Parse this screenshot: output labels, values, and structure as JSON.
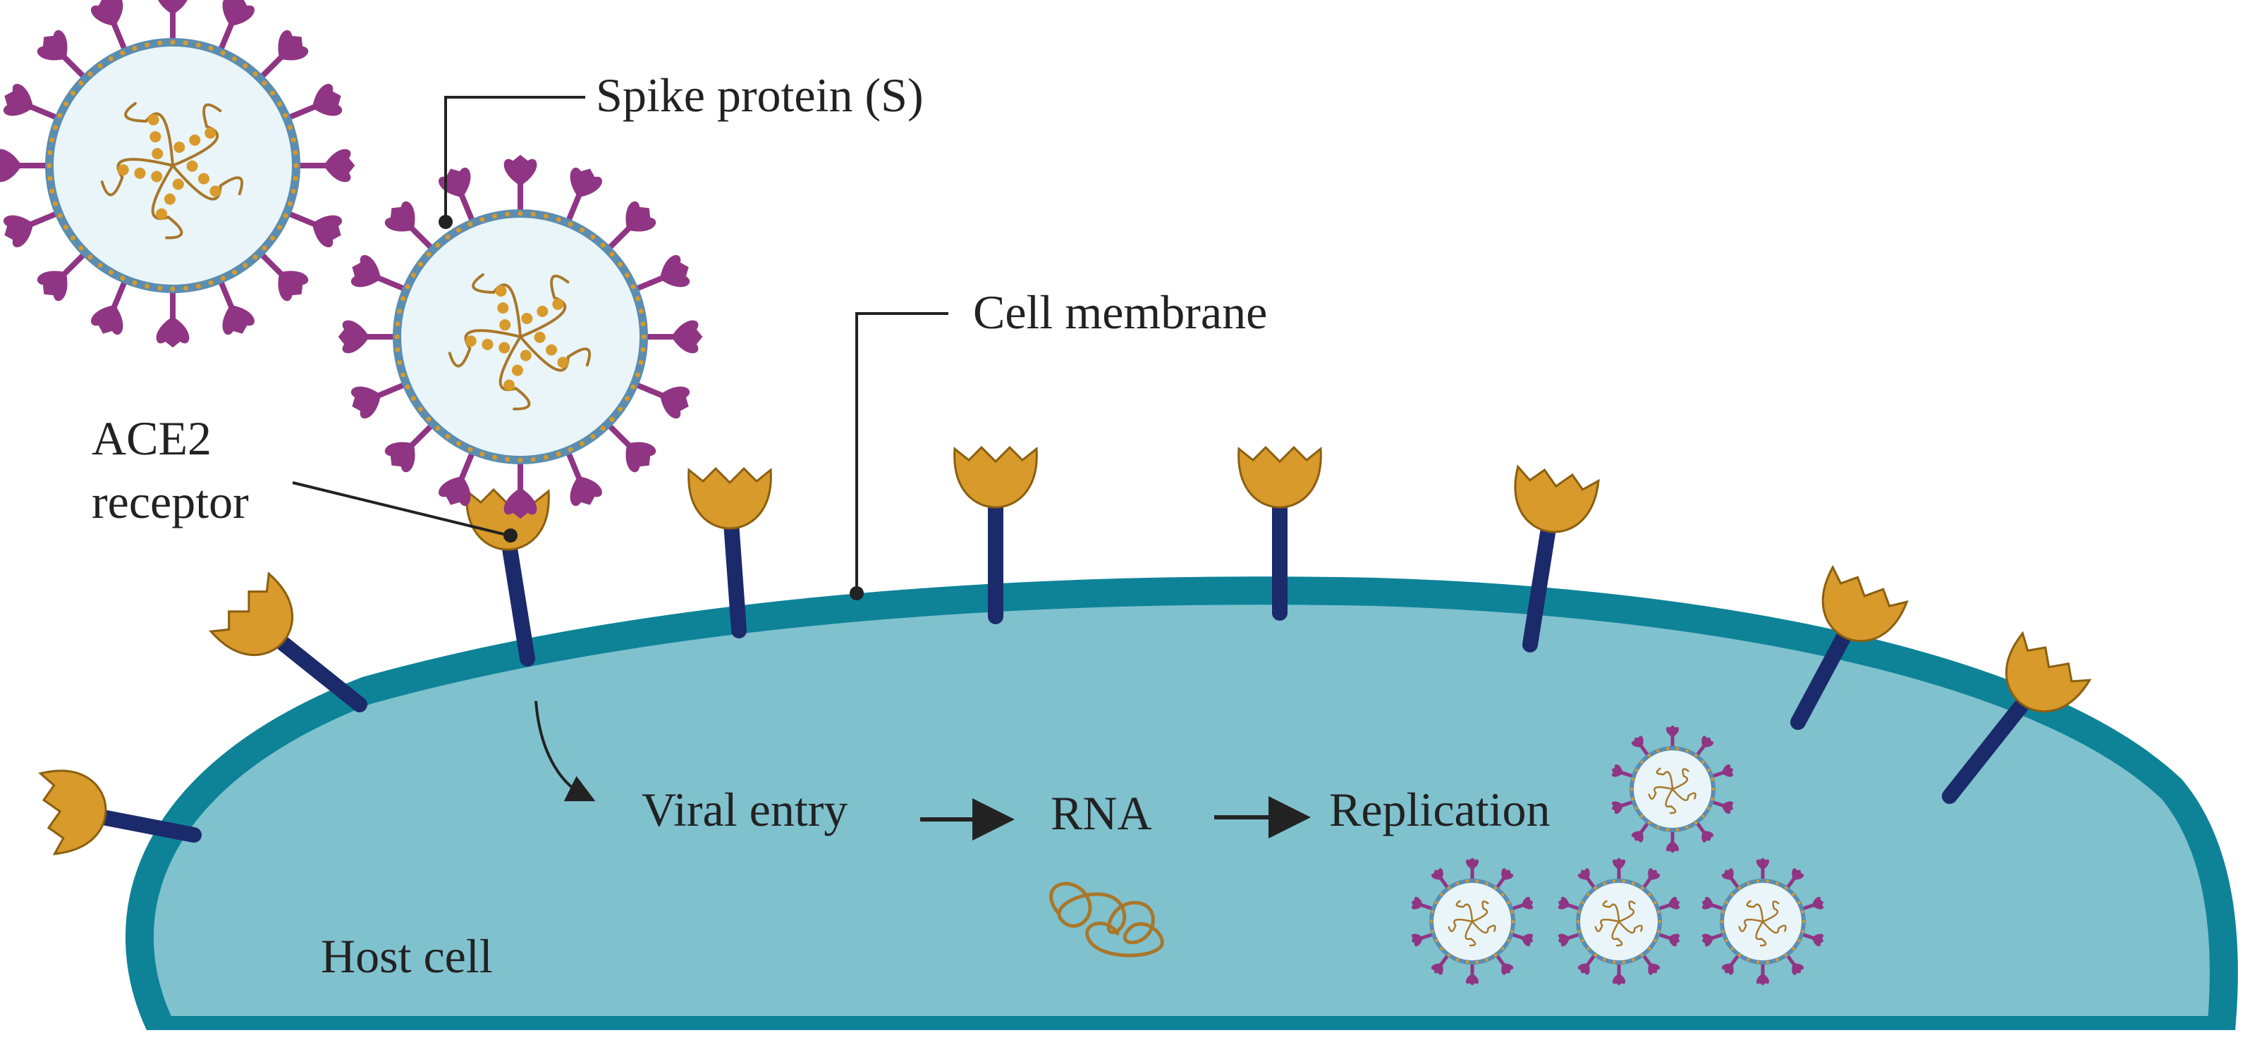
{
  "labels": {
    "spike_protein": "Spike protein (S)",
    "cell_membrane": "Cell membrane",
    "ace2_line1": "ACE2",
    "ace2_line2": "receptor",
    "viral_entry": "Viral entry",
    "rna": "RNA",
    "replication": "Replication",
    "host_cell": "Host cell"
  },
  "colors": {
    "cytoplasm": "#80c1ce",
    "membrane": "#0e8398",
    "receptor_stalk": "#1b2a6b",
    "receptor_head": "#d79a2b",
    "spike": "#8f3584",
    "virion_fill": "#e9f5f9",
    "virion_rim": "#5b8db0",
    "rna": "#a9772a",
    "text": "#222222"
  }
}
